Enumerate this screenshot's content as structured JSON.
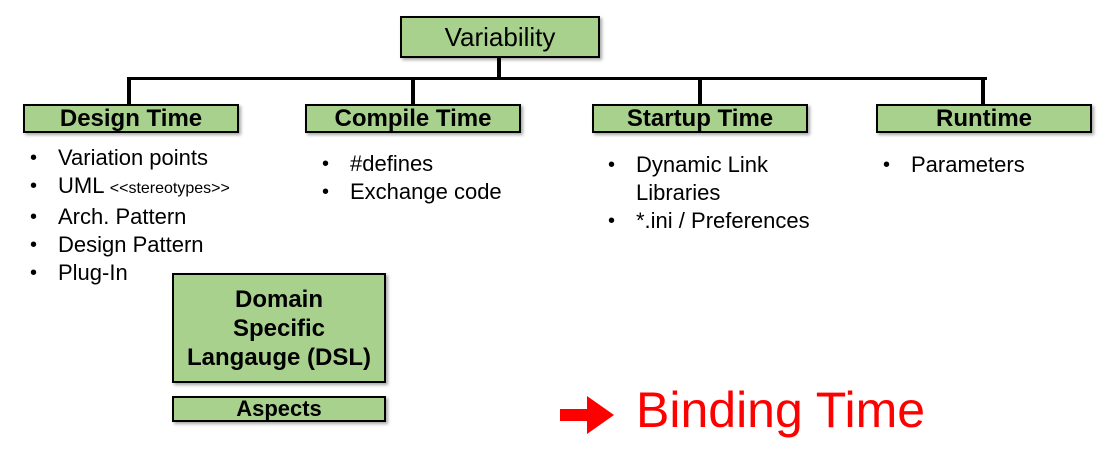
{
  "root_label": "Variability",
  "columns": [
    {
      "header": "Design Time",
      "items": [
        {
          "text": "Variation points"
        },
        {
          "text": "UML",
          "small": "<<stereotypes>>"
        },
        {
          "text": "Arch. Pattern"
        },
        {
          "text": "Design Pattern"
        },
        {
          "text": "Plug-In"
        }
      ]
    },
    {
      "header": "Compile Time",
      "items": [
        {
          "text": "#defines"
        },
        {
          "text": "Exchange code"
        }
      ]
    },
    {
      "header": "Startup Time",
      "items": [
        {
          "text": "Dynamic Link Libraries"
        },
        {
          "text": "*.ini / Preferences"
        }
      ]
    },
    {
      "header": "Runtime",
      "items": [
        {
          "text": "Parameters"
        }
      ]
    }
  ],
  "floating_boxes": {
    "dsl": {
      "label": "Domain\nSpecific\nLangauge (DSL)"
    },
    "aspects": {
      "label": "Aspects"
    }
  },
  "annotation": {
    "label": "Binding Time"
  },
  "icons": {
    "arrow": "right-arrow-icon",
    "bullet": "•"
  },
  "colors": {
    "box_fill": "#a9d18e",
    "box_border": "#000000",
    "connector": "#000000",
    "annotation_red": "#ff0000"
  }
}
